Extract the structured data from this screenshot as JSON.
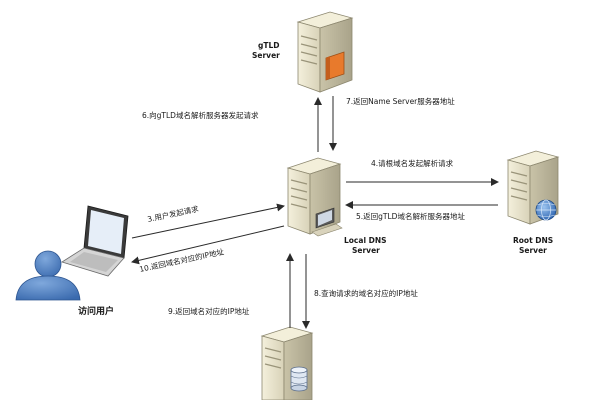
{
  "nodes": {
    "gtld_server": {
      "line1": "gTLD",
      "line2": "Server"
    },
    "local_dns_server": {
      "line1": "Local DNS",
      "line2": "Server"
    },
    "root_dns_server": {
      "line1": "Root DNS",
      "line2": "Server"
    },
    "user": {
      "label": "访问用户"
    }
  },
  "steps": {
    "s3": "3.用户发起请求",
    "s4": "4.请根域名发起解析请求",
    "s5": "5.返回gTLD域名解析服务器地址",
    "s6": "6.向gTLD域名解析服务器发起请求",
    "s7": "7.返回Name Server服务器地址",
    "s8": "8.查询请求的域名对应的IP地址",
    "s9": "9.返回域名对应的IP地址",
    "s10": "10.返回域名对应的IP地址"
  },
  "colors": {
    "server_body": "#e8e3cc",
    "server_shade": "#b9b39a",
    "accent_orange": "#e87a2c",
    "user_blue": "#4a7ec2",
    "arrow": "#2a2a2a"
  }
}
